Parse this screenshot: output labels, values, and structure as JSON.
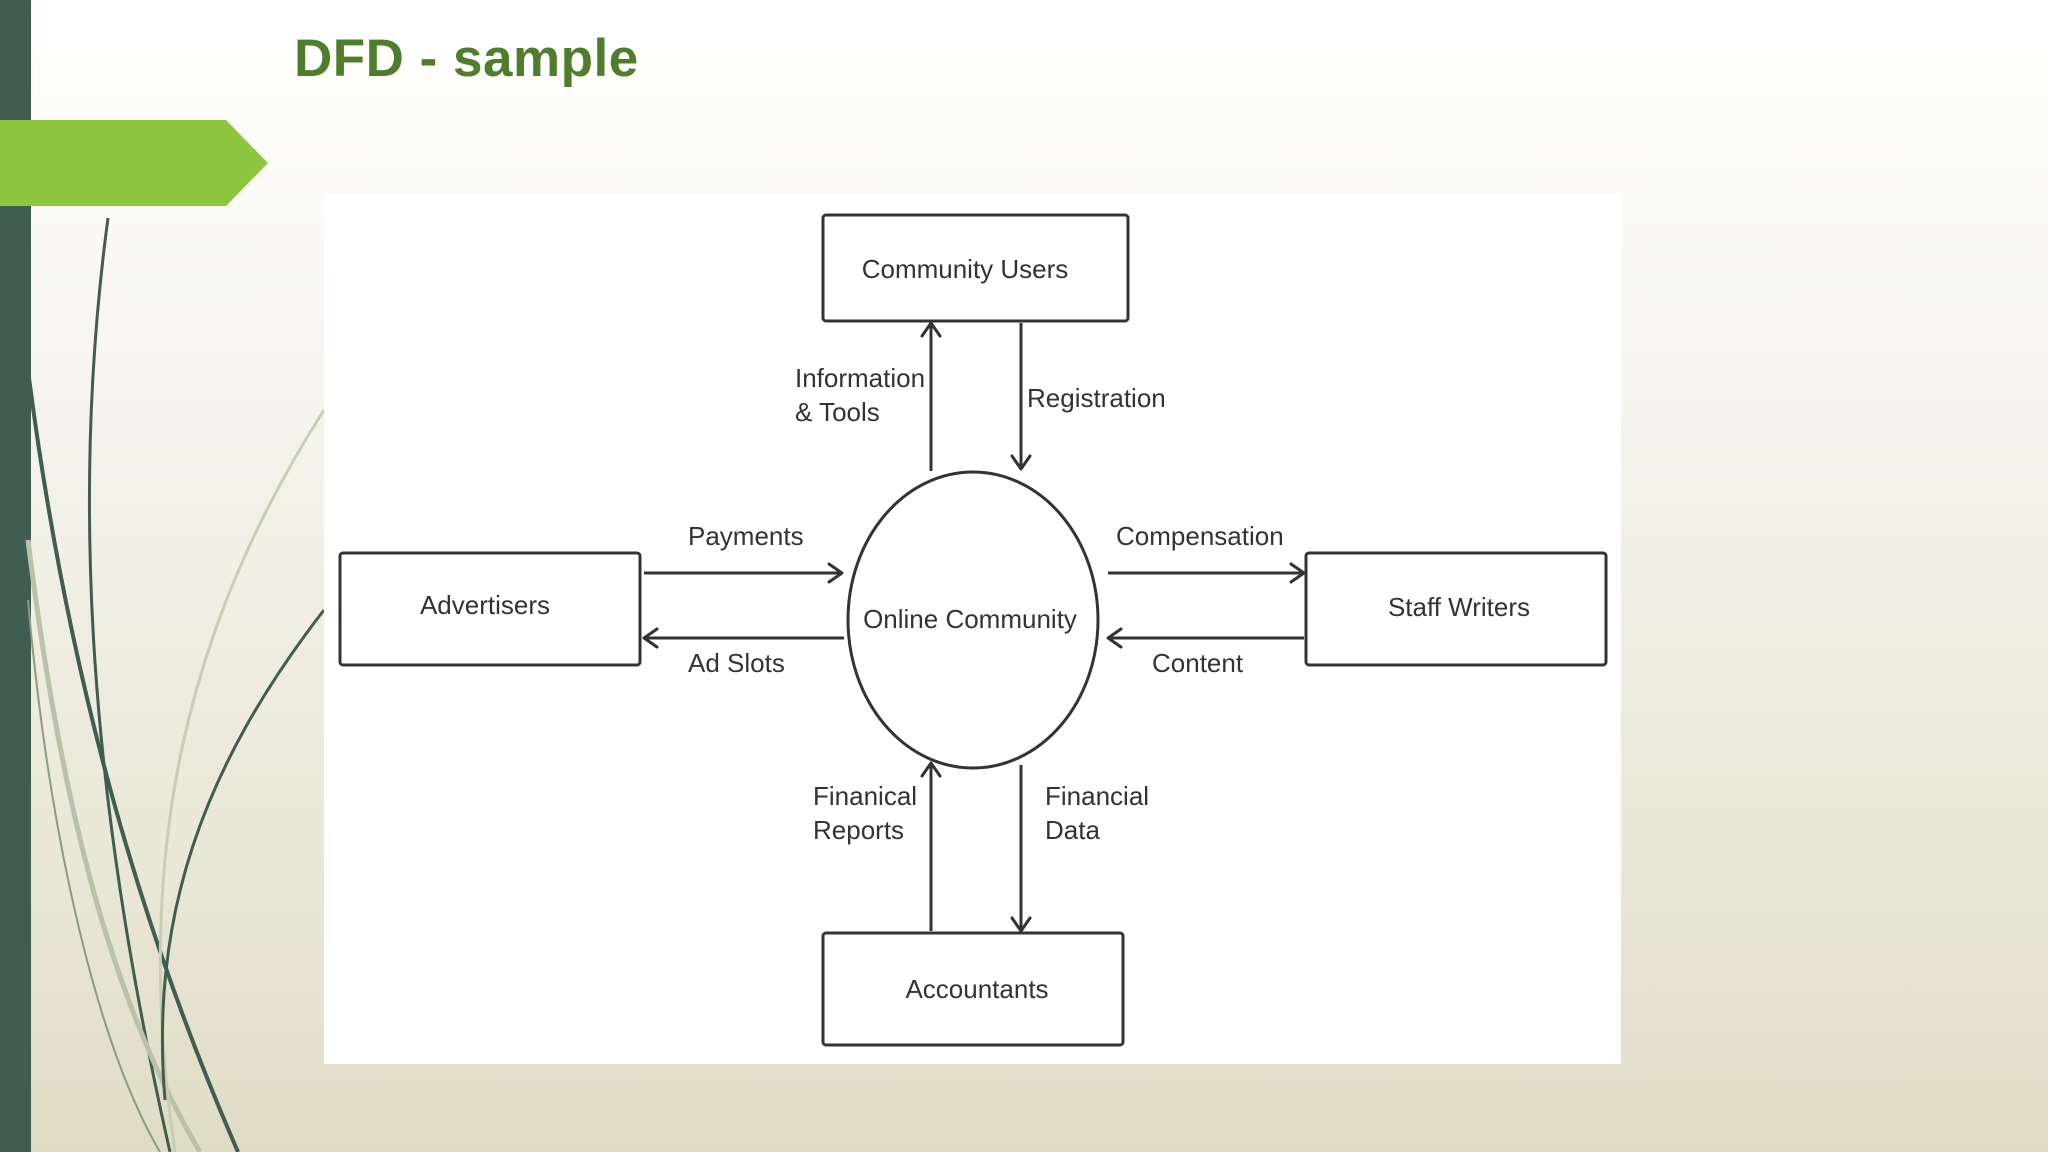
{
  "slide": {
    "title": "DFD - sample"
  },
  "diagram": {
    "process": "Online Community",
    "entities": {
      "community_users": "Community Users",
      "advertisers": "Advertisers",
      "staff_writers": "Staff Writers",
      "accountants": "Accountants"
    },
    "flows": {
      "information_tools": [
        "Information",
        "& Tools"
      ],
      "registration": "Registration",
      "payments": "Payments",
      "ad_slots": "Ad Slots",
      "compensation": "Compensation",
      "content": "Content",
      "financial_reports": [
        "Finanical",
        "Reports"
      ],
      "financial_data": [
        "Financial",
        "Data"
      ]
    }
  },
  "theme": {
    "accent_green": "#8dc63f",
    "title_green": "#4f7d2c",
    "sidebar_dark": "#3f5d50"
  }
}
